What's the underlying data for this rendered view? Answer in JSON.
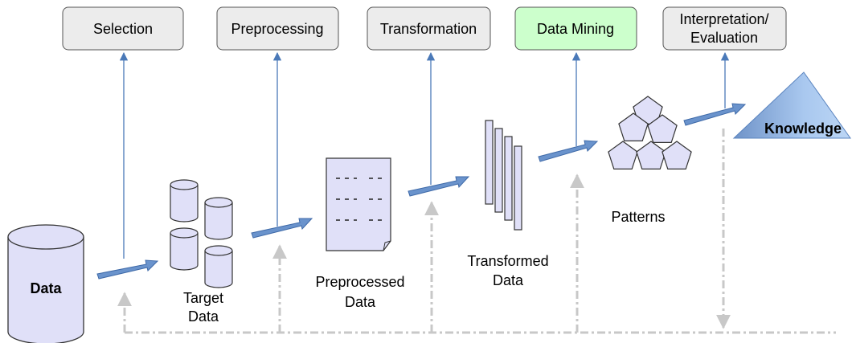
{
  "steps": [
    {
      "label": "Selection"
    },
    {
      "label": "Preprocessing"
    },
    {
      "label": "Transformation"
    },
    {
      "label": "Data Mining"
    },
    {
      "label_line1": "Interpretation/",
      "label_line2": "Evaluation"
    }
  ],
  "nodes": {
    "data": "Data",
    "target_line1": "Target",
    "target_line2": "Data",
    "preprocessed_line1": "Preprocessed",
    "preprocessed_line2": "Data",
    "transformed_line1": "Transformed",
    "transformed_line2": "Data",
    "patterns": "Patterns",
    "knowledge": "Knowledge"
  },
  "colors": {
    "box_fill": "#ececec",
    "box_highlight_fill": "#ccffcc",
    "arrow_blue": "#4a79b8",
    "shape_fill": "#e0e0f8",
    "feedback_gray": "#c8c8c8",
    "knowledge_fill": "#9fc3ee"
  }
}
